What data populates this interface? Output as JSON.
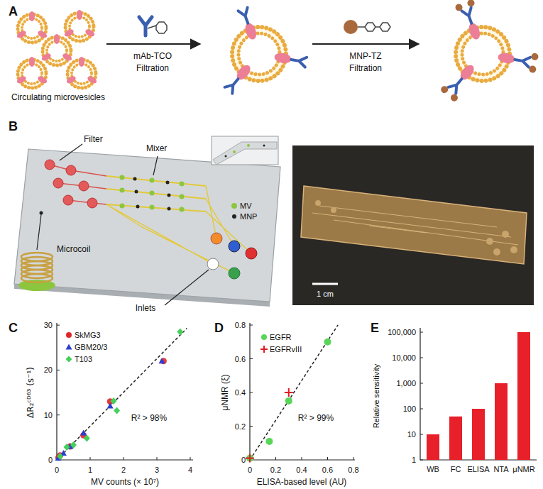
{
  "diagram": {
    "labels": [
      "A",
      "mAb-TCO",
      "Filtration",
      "MNP-TZ",
      "Filtration",
      "Circulating microvesicles",
      "B",
      "Filter",
      "Mixer",
      "Microcoil",
      "Inlets",
      "1 cm",
      "C",
      "30",
      "20",
      "10",
      "0",
      "ΔR₂ᶜᴰ⁶³ (s⁻¹)",
      "R² > 98%",
      "0",
      "1",
      "2",
      "3",
      "4",
      "MV counts (× 10⁷)",
      "D",
      "0.8",
      "0.6",
      "0.4",
      "0.2",
      "0",
      "μNMR (ξ)",
      "R² > 99%",
      "0",
      "0.2",
      "0.4",
      "0.6",
      "0.8",
      "ELISA-based level (AU)",
      "E",
      "100,000",
      "10,000",
      "1,000",
      "100",
      "10",
      "1",
      "Relative sensitivity",
      "WB",
      "FC",
      "ELISA",
      "NTA",
      "μNMR"
    ],
    "legend": [
      {
        "text": "MV"
      },
      {
        "text": "MNP"
      },
      {
        "text": "SkMG3"
      },
      {
        "text": "GBM20/3"
      },
      {
        "text": "T103"
      },
      {
        "text": "EGFR"
      },
      {
        "text": "EGFRvIII"
      }
    ]
  }
}
